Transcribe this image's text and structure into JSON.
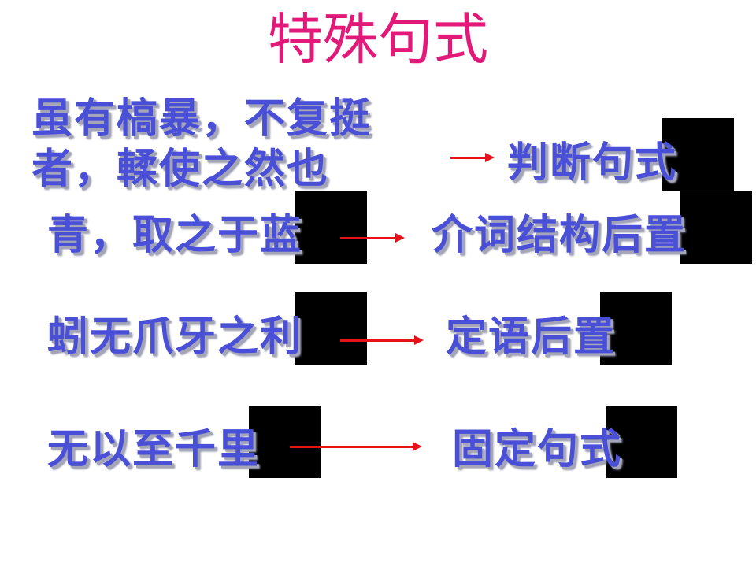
{
  "slide": {
    "title": "特殊句式",
    "rows": [
      {
        "sentence_lines": [
          "虽有槁暴，不复挺",
          "者，輮使之然也"
        ],
        "type": "判断句式"
      },
      {
        "sentence_lines": [
          "青，取之于蓝"
        ],
        "type": "介词结构后置"
      },
      {
        "sentence_lines": [
          "蚓无爪牙之利"
        ],
        "type": "定语后置"
      },
      {
        "sentence_lines": [
          "无以至千里"
        ],
        "type": "固定句式"
      }
    ]
  },
  "colors": {
    "title": "#e3197a",
    "text": "#4a4fd8",
    "arrow": "#e8101a",
    "block": "#000000"
  }
}
